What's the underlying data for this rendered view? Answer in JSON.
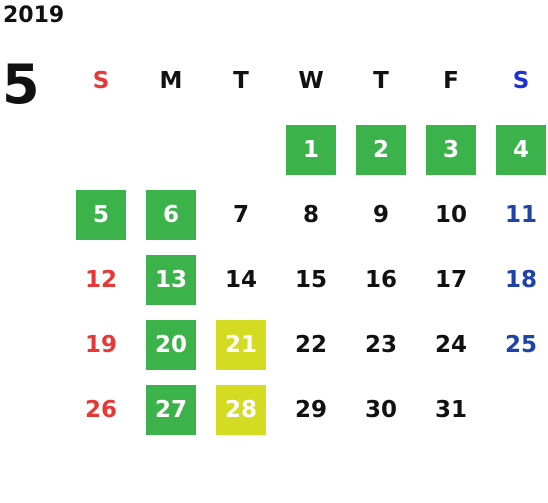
{
  "year": "2019",
  "month": "5",
  "colors": {
    "text": "#111111",
    "sunday": "#e53935",
    "saturday": "#1e43a8",
    "saturday_header": "#1d2fd6",
    "highlight_green": "#3cb34a",
    "highlight_yellow": "#d3dc22",
    "highlight_text": "#ffffff"
  },
  "weekdays": [
    {
      "label": "S",
      "kind": "sunday"
    },
    {
      "label": "M",
      "kind": "weekday"
    },
    {
      "label": "T",
      "kind": "weekday"
    },
    {
      "label": "W",
      "kind": "weekday"
    },
    {
      "label": "T",
      "kind": "weekday"
    },
    {
      "label": "F",
      "kind": "weekday"
    },
    {
      "label": "S",
      "kind": "saturday"
    }
  ],
  "weeks": [
    [
      null,
      null,
      null,
      {
        "d": "1",
        "hl": "green"
      },
      {
        "d": "2",
        "hl": "green"
      },
      {
        "d": "3",
        "hl": "green"
      },
      {
        "d": "4",
        "hl": "green"
      }
    ],
    [
      {
        "d": "5",
        "hl": "green"
      },
      {
        "d": "6",
        "hl": "green"
      },
      {
        "d": "7"
      },
      {
        "d": "8"
      },
      {
        "d": "9"
      },
      {
        "d": "10"
      },
      {
        "d": "11"
      }
    ],
    [
      {
        "d": "12"
      },
      {
        "d": "13",
        "hl": "green"
      },
      {
        "d": "14"
      },
      {
        "d": "15"
      },
      {
        "d": "16"
      },
      {
        "d": "17"
      },
      {
        "d": "18"
      }
    ],
    [
      {
        "d": "19"
      },
      {
        "d": "20",
        "hl": "green"
      },
      {
        "d": "21",
        "hl": "yellow"
      },
      {
        "d": "22"
      },
      {
        "d": "23"
      },
      {
        "d": "24"
      },
      {
        "d": "25"
      }
    ],
    [
      {
        "d": "26"
      },
      {
        "d": "27",
        "hl": "green"
      },
      {
        "d": "28",
        "hl": "yellow"
      },
      {
        "d": "29"
      },
      {
        "d": "30"
      },
      {
        "d": "31"
      },
      null
    ]
  ]
}
